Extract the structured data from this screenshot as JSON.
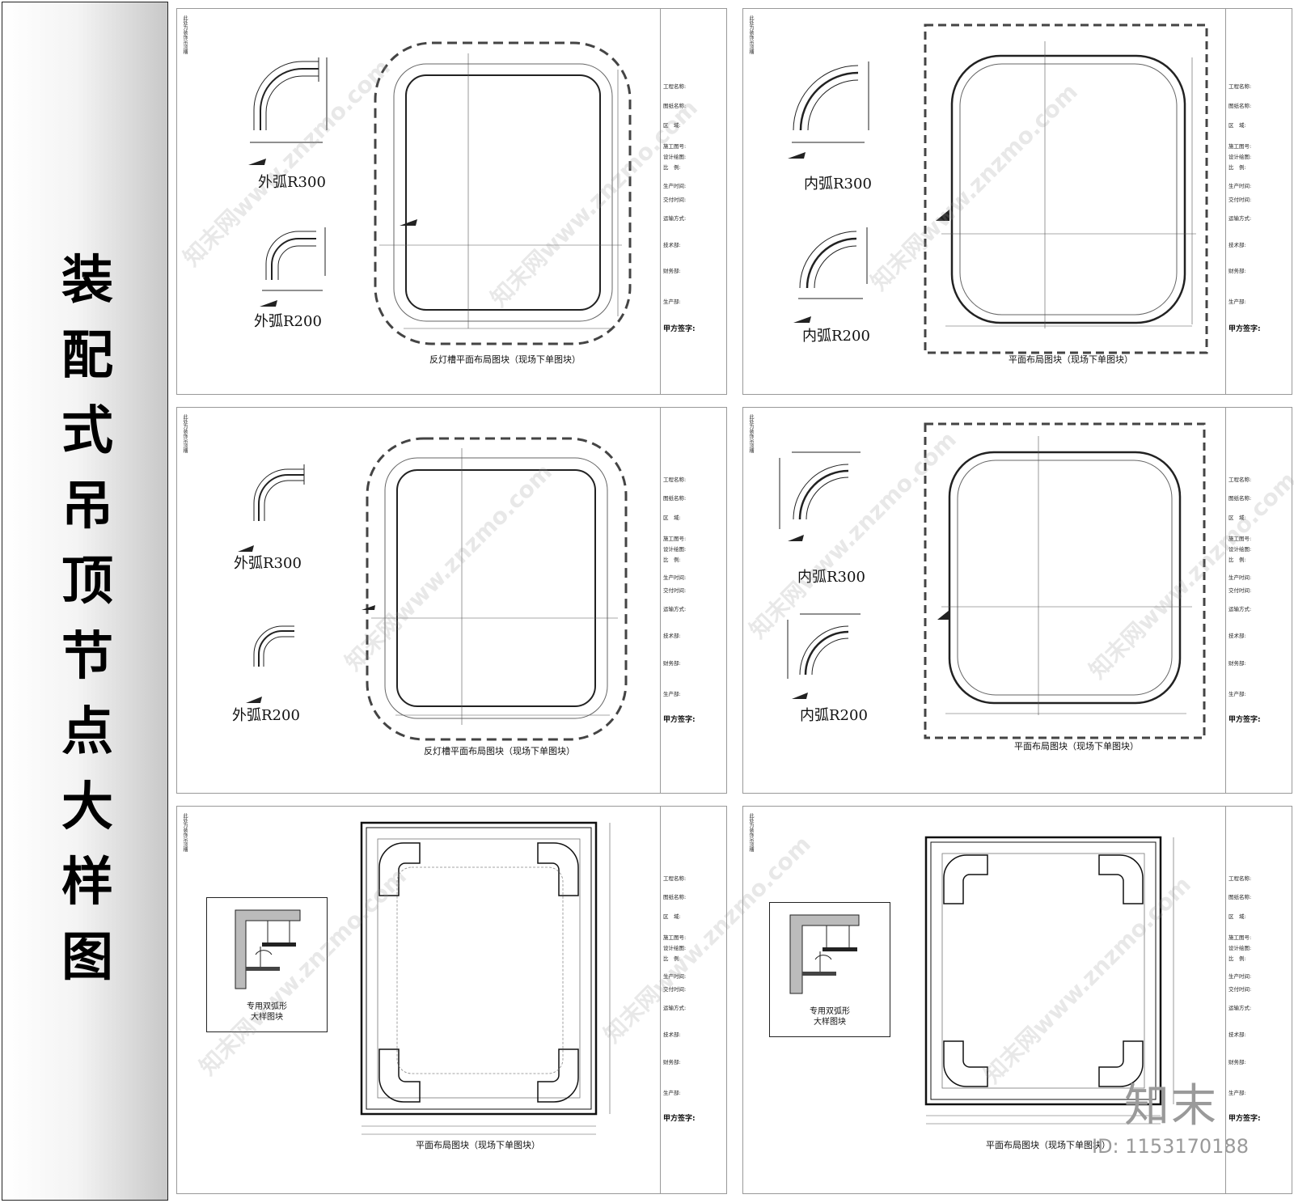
{
  "side_title": "装配式吊顶节点大样图",
  "side_note": "此处为装饰吊顶槽",
  "title_block": {
    "rows": [
      "工程名称:",
      "图纸名称:",
      "区　域:",
      "施工图号:",
      "设计绘图:",
      "比　例:",
      "生产时间:",
      "交付时间:",
      "运输方式:",
      "技术部:",
      "财务部:",
      "生产部:"
    ],
    "sign": "甲方签字:"
  },
  "sheets": [
    {
      "caption": "反灯槽平面布局图块（现场下单图块）",
      "labels": [
        "外弧R300",
        "外弧R200"
      ]
    },
    {
      "caption": "平面布局图块（现场下单图块）",
      "labels": [
        "内弧R300",
        "内弧R200"
      ]
    },
    {
      "caption": "反灯槽平面布局图块（现场下单图块）",
      "labels": [
        "外弧R300",
        "外弧R200"
      ]
    },
    {
      "caption": "平面布局图块（现场下单图块）",
      "labels": [
        "内弧R300",
        "内弧R200"
      ]
    },
    {
      "caption": "平面布局图块（现场下单图块）",
      "section_label": "专用双弧形\n大样图块"
    },
    {
      "caption": "平面布局图块（现场下单图块）",
      "section_label": "专用双弧形\n大样图块"
    }
  ],
  "brand": "知末",
  "id_text": "ID: 1153170188",
  "watermark": "知末网www.znzmo.com"
}
